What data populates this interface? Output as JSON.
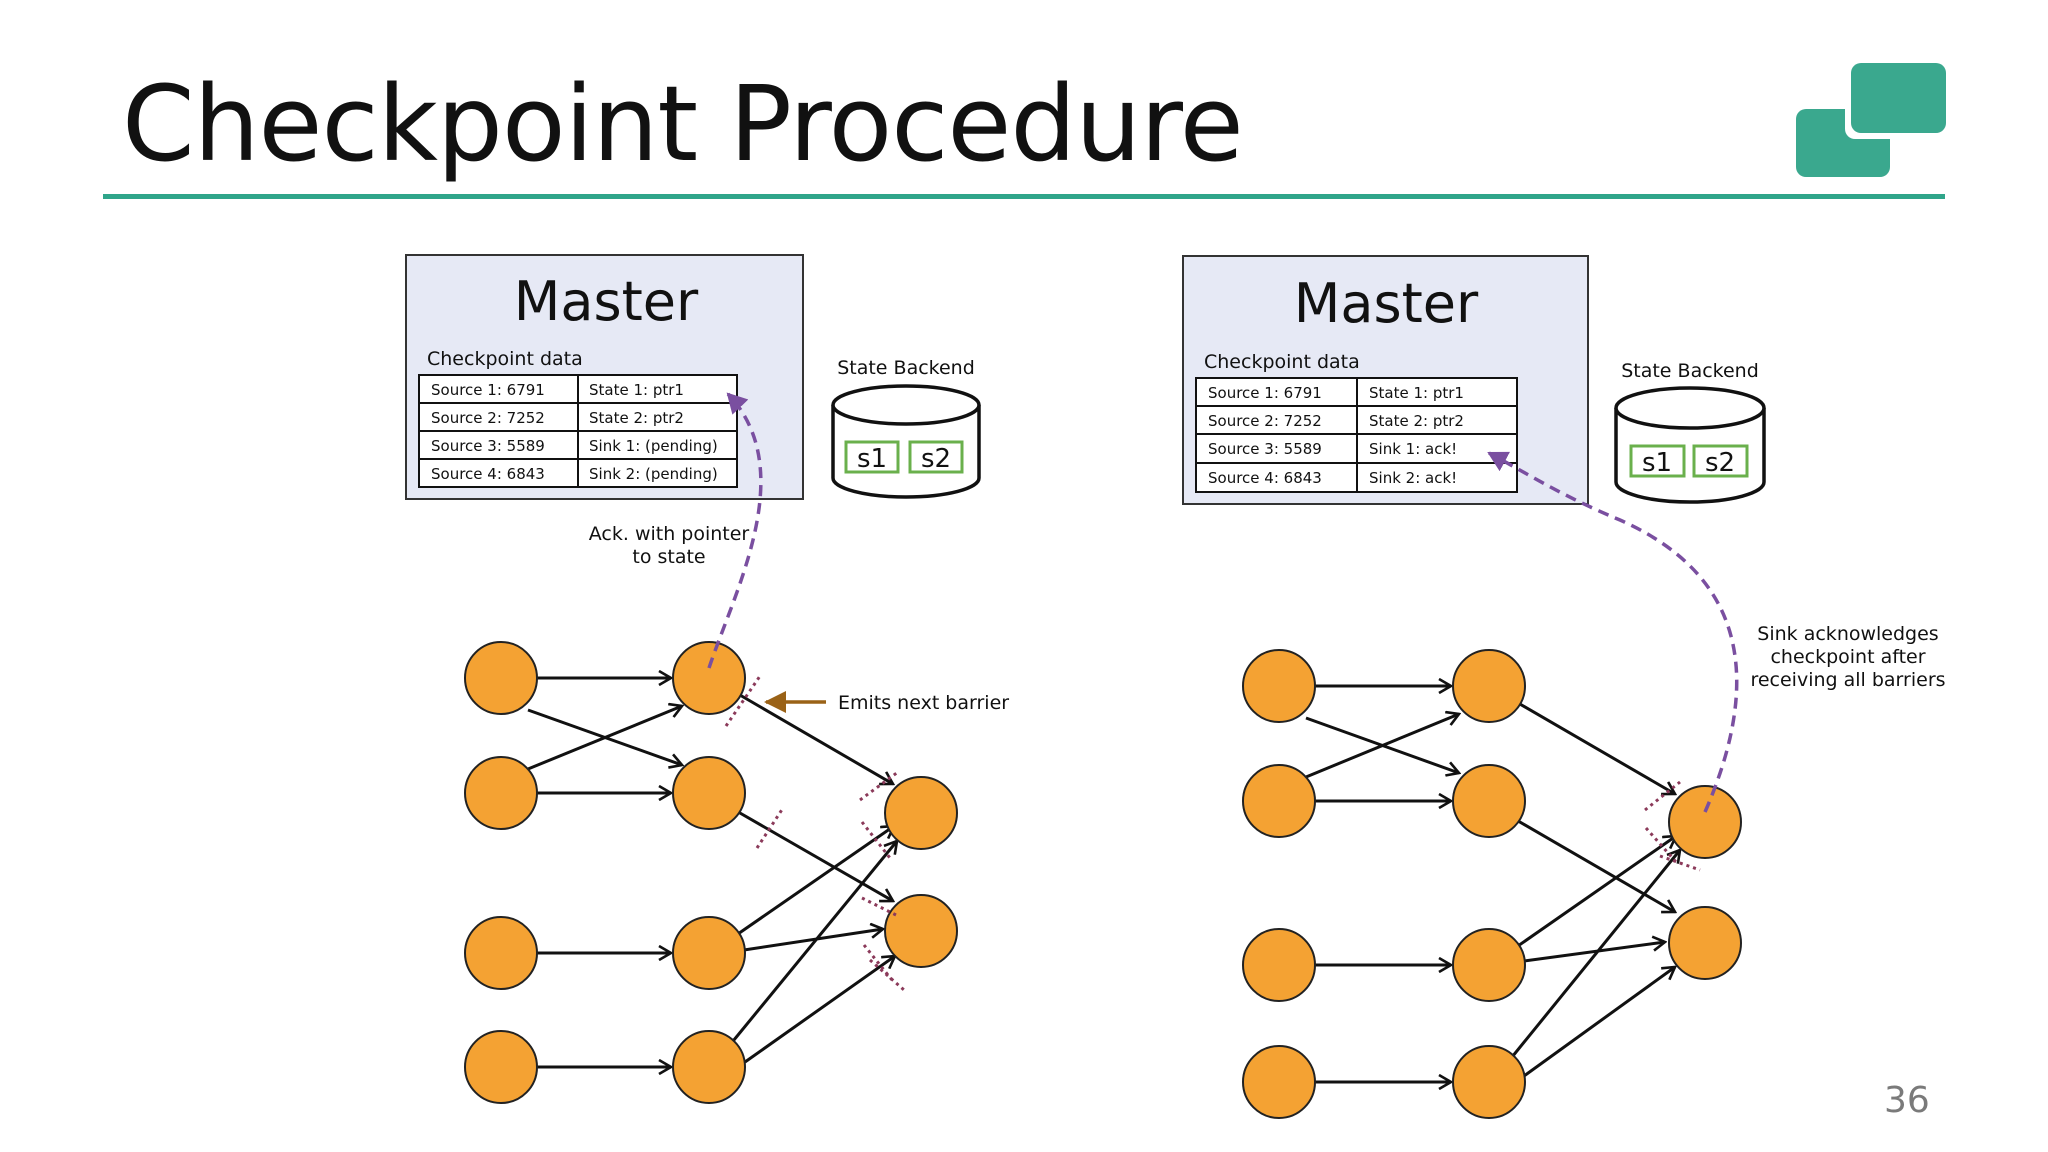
{
  "title": "Checkpoint Procedure",
  "page_number": "36",
  "colors": {
    "accent": "#2fa58a",
    "node": "#f4a233",
    "ack_arrow": "#7a4fa0",
    "barrier_arrow": "#9a6217",
    "master_bg": "#e6e9f5"
  },
  "left": {
    "master_title": "Master",
    "checkpoint_label": "Checkpoint data",
    "rows": [
      {
        "source": "Source 1: 6791",
        "state": "State 1: ptr1"
      },
      {
        "source": "Source 2: 7252",
        "state": "State 2: ptr2"
      },
      {
        "source": "Source 3: 5589",
        "state": "Sink 1: (pending)"
      },
      {
        "source": "Source 4: 6843",
        "state": "Sink 2: (pending)"
      }
    ],
    "backend_label": "State Backend",
    "s1": "s1",
    "s2": "s2",
    "ack_line1": "Ack. with pointer",
    "ack_line2": "to state",
    "emits_label": "Emits next barrier"
  },
  "right": {
    "master_title": "Master",
    "checkpoint_label": "Checkpoint data",
    "rows": [
      {
        "source": "Source 1: 6791",
        "state": "State 1: ptr1"
      },
      {
        "source": "Source 2: 7252",
        "state": "State 2: ptr2"
      },
      {
        "source": "Source 3: 5589",
        "state": "Sink 1: ack!"
      },
      {
        "source": "Source 4: 6843",
        "state": "Sink 2: ack!"
      }
    ],
    "backend_label": "State Backend",
    "s1": "s1",
    "s2": "s2",
    "sink_line1": "Sink acknowledges",
    "sink_line2": "checkpoint after",
    "sink_line3": "receiving all barriers"
  }
}
